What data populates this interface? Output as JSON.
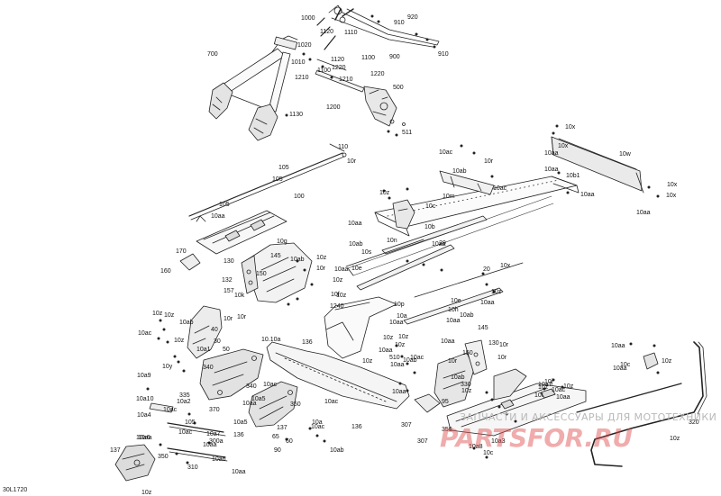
{
  "diagram": {
    "reference": "30L1720",
    "watermark_text": "ЗАПЧАСТИ И АКСЕССУАРЫ ДЛЯ МОТОТЕХНИКИ",
    "watermark_logo": "PARTSFOR.RU",
    "callouts": [
      {
        "id": "c1",
        "text": "1000"
      },
      {
        "id": "c2",
        "text": "920"
      },
      {
        "id": "c3",
        "text": "910"
      },
      {
        "id": "c4",
        "text": "1120"
      },
      {
        "id": "c5",
        "text": "1110"
      },
      {
        "id": "c6",
        "text": "1020"
      },
      {
        "id": "c7",
        "text": "1120"
      },
      {
        "id": "c8",
        "text": "1010"
      },
      {
        "id": "c9",
        "text": "1220"
      },
      {
        "id": "c10",
        "text": "1100"
      },
      {
        "id": "c11",
        "text": "1100"
      },
      {
        "id": "c12",
        "text": "900"
      },
      {
        "id": "c13",
        "text": "910"
      },
      {
        "id": "c14",
        "text": "700"
      },
      {
        "id": "c15",
        "text": "1210"
      },
      {
        "id": "c16",
        "text": "1220"
      },
      {
        "id": "c17",
        "text": "1210"
      },
      {
        "id": "c18",
        "text": "500"
      },
      {
        "id": "c19",
        "text": "1200"
      },
      {
        "id": "c20",
        "text": "1130"
      },
      {
        "id": "c21",
        "text": "511"
      },
      {
        "id": "c22",
        "text": "110"
      },
      {
        "id": "c23",
        "text": "10r"
      },
      {
        "id": "c24",
        "text": "10x"
      },
      {
        "id": "c25",
        "text": "10w"
      },
      {
        "id": "c26",
        "text": "10ac"
      },
      {
        "id": "c27",
        "text": "10x"
      },
      {
        "id": "c28",
        "text": "10aa"
      },
      {
        "id": "c29",
        "text": "10ab"
      },
      {
        "id": "c30",
        "text": "10r"
      },
      {
        "id": "c31",
        "text": "105"
      },
      {
        "id": "c32",
        "text": "10b1"
      },
      {
        "id": "c33",
        "text": "10aa"
      },
      {
        "id": "c34",
        "text": "10aa"
      },
      {
        "id": "c35",
        "text": "10ac"
      },
      {
        "id": "c36",
        "text": "10x"
      },
      {
        "id": "c37",
        "text": "10m"
      },
      {
        "id": "c38",
        "text": "10x"
      },
      {
        "id": "c39",
        "text": "10aa"
      },
      {
        "id": "c40",
        "text": "100"
      },
      {
        "id": "c41",
        "text": "10z"
      },
      {
        "id": "c42",
        "text": "10c"
      },
      {
        "id": "c43",
        "text": "105"
      },
      {
        "id": "c44",
        "text": "105"
      },
      {
        "id": "c45",
        "text": "10aa"
      },
      {
        "id": "c46",
        "text": "10aa"
      },
      {
        "id": "c47",
        "text": "10b"
      },
      {
        "id": "c48",
        "text": "10g"
      },
      {
        "id": "c49",
        "text": "10n"
      },
      {
        "id": "c50",
        "text": "20"
      },
      {
        "id": "c51",
        "text": "10ab"
      },
      {
        "id": "c52",
        "text": "10aa"
      },
      {
        "id": "c53",
        "text": "10s"
      },
      {
        "id": "c54",
        "text": "170"
      },
      {
        "id": "c55",
        "text": "145"
      },
      {
        "id": "c56",
        "text": "130"
      },
      {
        "id": "c57",
        "text": "10ab"
      },
      {
        "id": "c58",
        "text": "10z"
      },
      {
        "id": "c59",
        "text": "10r"
      },
      {
        "id": "c60",
        "text": "160"
      },
      {
        "id": "c61",
        "text": "150"
      },
      {
        "id": "c62",
        "text": "132"
      },
      {
        "id": "c63",
        "text": "10aa"
      },
      {
        "id": "c64",
        "text": "10e"
      },
      {
        "id": "c65",
        "text": "20"
      },
      {
        "id": "c66",
        "text": "157"
      },
      {
        "id": "c67",
        "text": "10z"
      },
      {
        "id": "c68",
        "text": "10x"
      },
      {
        "id": "c69",
        "text": "10k"
      },
      {
        "id": "c70",
        "text": "10f"
      },
      {
        "id": "c71",
        "text": "10z"
      },
      {
        "id": "c72",
        "text": "10e"
      },
      {
        "id": "c73",
        "text": "10aa"
      },
      {
        "id": "c74",
        "text": "1240"
      },
      {
        "id": "c75",
        "text": "10z"
      },
      {
        "id": "c76",
        "text": "10p"
      },
      {
        "id": "c77",
        "text": "10h"
      },
      {
        "id": "c78",
        "text": "10ab"
      },
      {
        "id": "c79",
        "text": "10aa"
      },
      {
        "id": "c80",
        "text": "10a"
      },
      {
        "id": "c81",
        "text": "10z"
      },
      {
        "id": "c82",
        "text": "10z"
      },
      {
        "id": "c83",
        "text": "10ab"
      },
      {
        "id": "c84",
        "text": "10r"
      },
      {
        "id": "c85",
        "text": "10ac"
      },
      {
        "id": "c86",
        "text": "40"
      },
      {
        "id": "c87",
        "text": "145"
      },
      {
        "id": "c88",
        "text": "10aa"
      },
      {
        "id": "c89",
        "text": "10r"
      },
      {
        "id": "c90",
        "text": "10z"
      },
      {
        "id": "c91",
        "text": "30"
      },
      {
        "id": "c92",
        "text": "10.10a"
      },
      {
        "id": "c93",
        "text": "136"
      },
      {
        "id": "c94",
        "text": "10z"
      },
      {
        "id": "c95",
        "text": "10z"
      },
      {
        "id": "c96",
        "text": "130"
      },
      {
        "id": "c97",
        "text": "10aa"
      },
      {
        "id": "c98",
        "text": "10z"
      },
      {
        "id": "c99",
        "text": "10r"
      },
      {
        "id": "c100",
        "text": "10a1"
      },
      {
        "id": "c101",
        "text": "50"
      },
      {
        "id": "c102",
        "text": "150"
      },
      {
        "id": "c103",
        "text": "10r"
      },
      {
        "id": "c104",
        "text": "10aa"
      },
      {
        "id": "c105",
        "text": "10c"
      },
      {
        "id": "c106",
        "text": "10y"
      },
      {
        "id": "c107",
        "text": "10aa"
      },
      {
        "id": "c108",
        "text": "510"
      },
      {
        "id": "c109",
        "text": "10r"
      },
      {
        "id": "c110",
        "text": "10z"
      },
      {
        "id": "c111",
        "text": "10a9"
      },
      {
        "id": "c112",
        "text": "340"
      },
      {
        "id": "c113",
        "text": "10ab"
      },
      {
        "id": "c114",
        "text": "10ac"
      },
      {
        "id": "c115",
        "text": "10aa"
      },
      {
        "id": "c116",
        "text": "10z"
      },
      {
        "id": "c117",
        "text": "10a10"
      },
      {
        "id": "c118",
        "text": "335"
      },
      {
        "id": "c119",
        "text": "10a5"
      },
      {
        "id": "c120",
        "text": "10ac"
      },
      {
        "id": "c121",
        "text": "10aa"
      },
      {
        "id": "c122",
        "text": "340"
      },
      {
        "id": "c123",
        "text": "10ac"
      },
      {
        "id": "c124",
        "text": "10ab"
      },
      {
        "id": "c125",
        "text": "10z"
      },
      {
        "id": "c126",
        "text": "330"
      },
      {
        "id": "c127",
        "text": "10ac"
      },
      {
        "id": "c128",
        "text": "10a2"
      },
      {
        "id": "c129",
        "text": "10aa"
      },
      {
        "id": "c130",
        "text": "95"
      },
      {
        "id": "c131",
        "text": "10a7"
      },
      {
        "id": "c132",
        "text": "350"
      },
      {
        "id": "c133",
        "text": "307"
      },
      {
        "id": "c134",
        "text": "320"
      },
      {
        "id": "c135",
        "text": "10a4"
      },
      {
        "id": "c136",
        "text": "10aa"
      },
      {
        "id": "c137",
        "text": "370"
      },
      {
        "id": "c138",
        "text": "10a5"
      },
      {
        "id": "c139",
        "text": "10a"
      },
      {
        "id": "c140",
        "text": "10ac"
      },
      {
        "id": "c141",
        "text": "105"
      },
      {
        "id": "c142",
        "text": "10ac"
      },
      {
        "id": "c143",
        "text": "137"
      },
      {
        "id": "c144",
        "text": "350"
      },
      {
        "id": "c145",
        "text": "307"
      },
      {
        "id": "c146",
        "text": "60"
      },
      {
        "id": "c147",
        "text": "10ab"
      },
      {
        "id": "c148",
        "text": "10a6"
      },
      {
        "id": "c149",
        "text": "10a7"
      },
      {
        "id": "c150",
        "text": "136"
      },
      {
        "id": "c151",
        "text": "10aa"
      },
      {
        "id": "c152",
        "text": "300a"
      },
      {
        "id": "c153",
        "text": "65"
      },
      {
        "id": "c154",
        "text": "10a3"
      },
      {
        "id": "c155",
        "text": "10a8"
      },
      {
        "id": "c156",
        "text": "137"
      },
      {
        "id": "c157",
        "text": "350"
      },
      {
        "id": "c158",
        "text": "10a6"
      },
      {
        "id": "c159",
        "text": "90"
      },
      {
        "id": "c160",
        "text": "136"
      },
      {
        "id": "c161",
        "text": "310"
      },
      {
        "id": "c162",
        "text": "10aa"
      },
      {
        "id": "c163",
        "text": "10z"
      },
      {
        "id": "c164",
        "text": "10c"
      },
      {
        "id": "c165",
        "text": "10z"
      },
      {
        "id": "c166",
        "text": "10j"
      },
      {
        "id": "c167",
        "text": "10z"
      },
      {
        "id": "c168",
        "text": "10aa"
      },
      {
        "id": "c169",
        "text": "10z"
      },
      {
        "id": "c170",
        "text": "10t"
      },
      {
        "id": "c171",
        "text": "10ac"
      },
      {
        "id": "c172",
        "text": "10aa"
      }
    ]
  }
}
